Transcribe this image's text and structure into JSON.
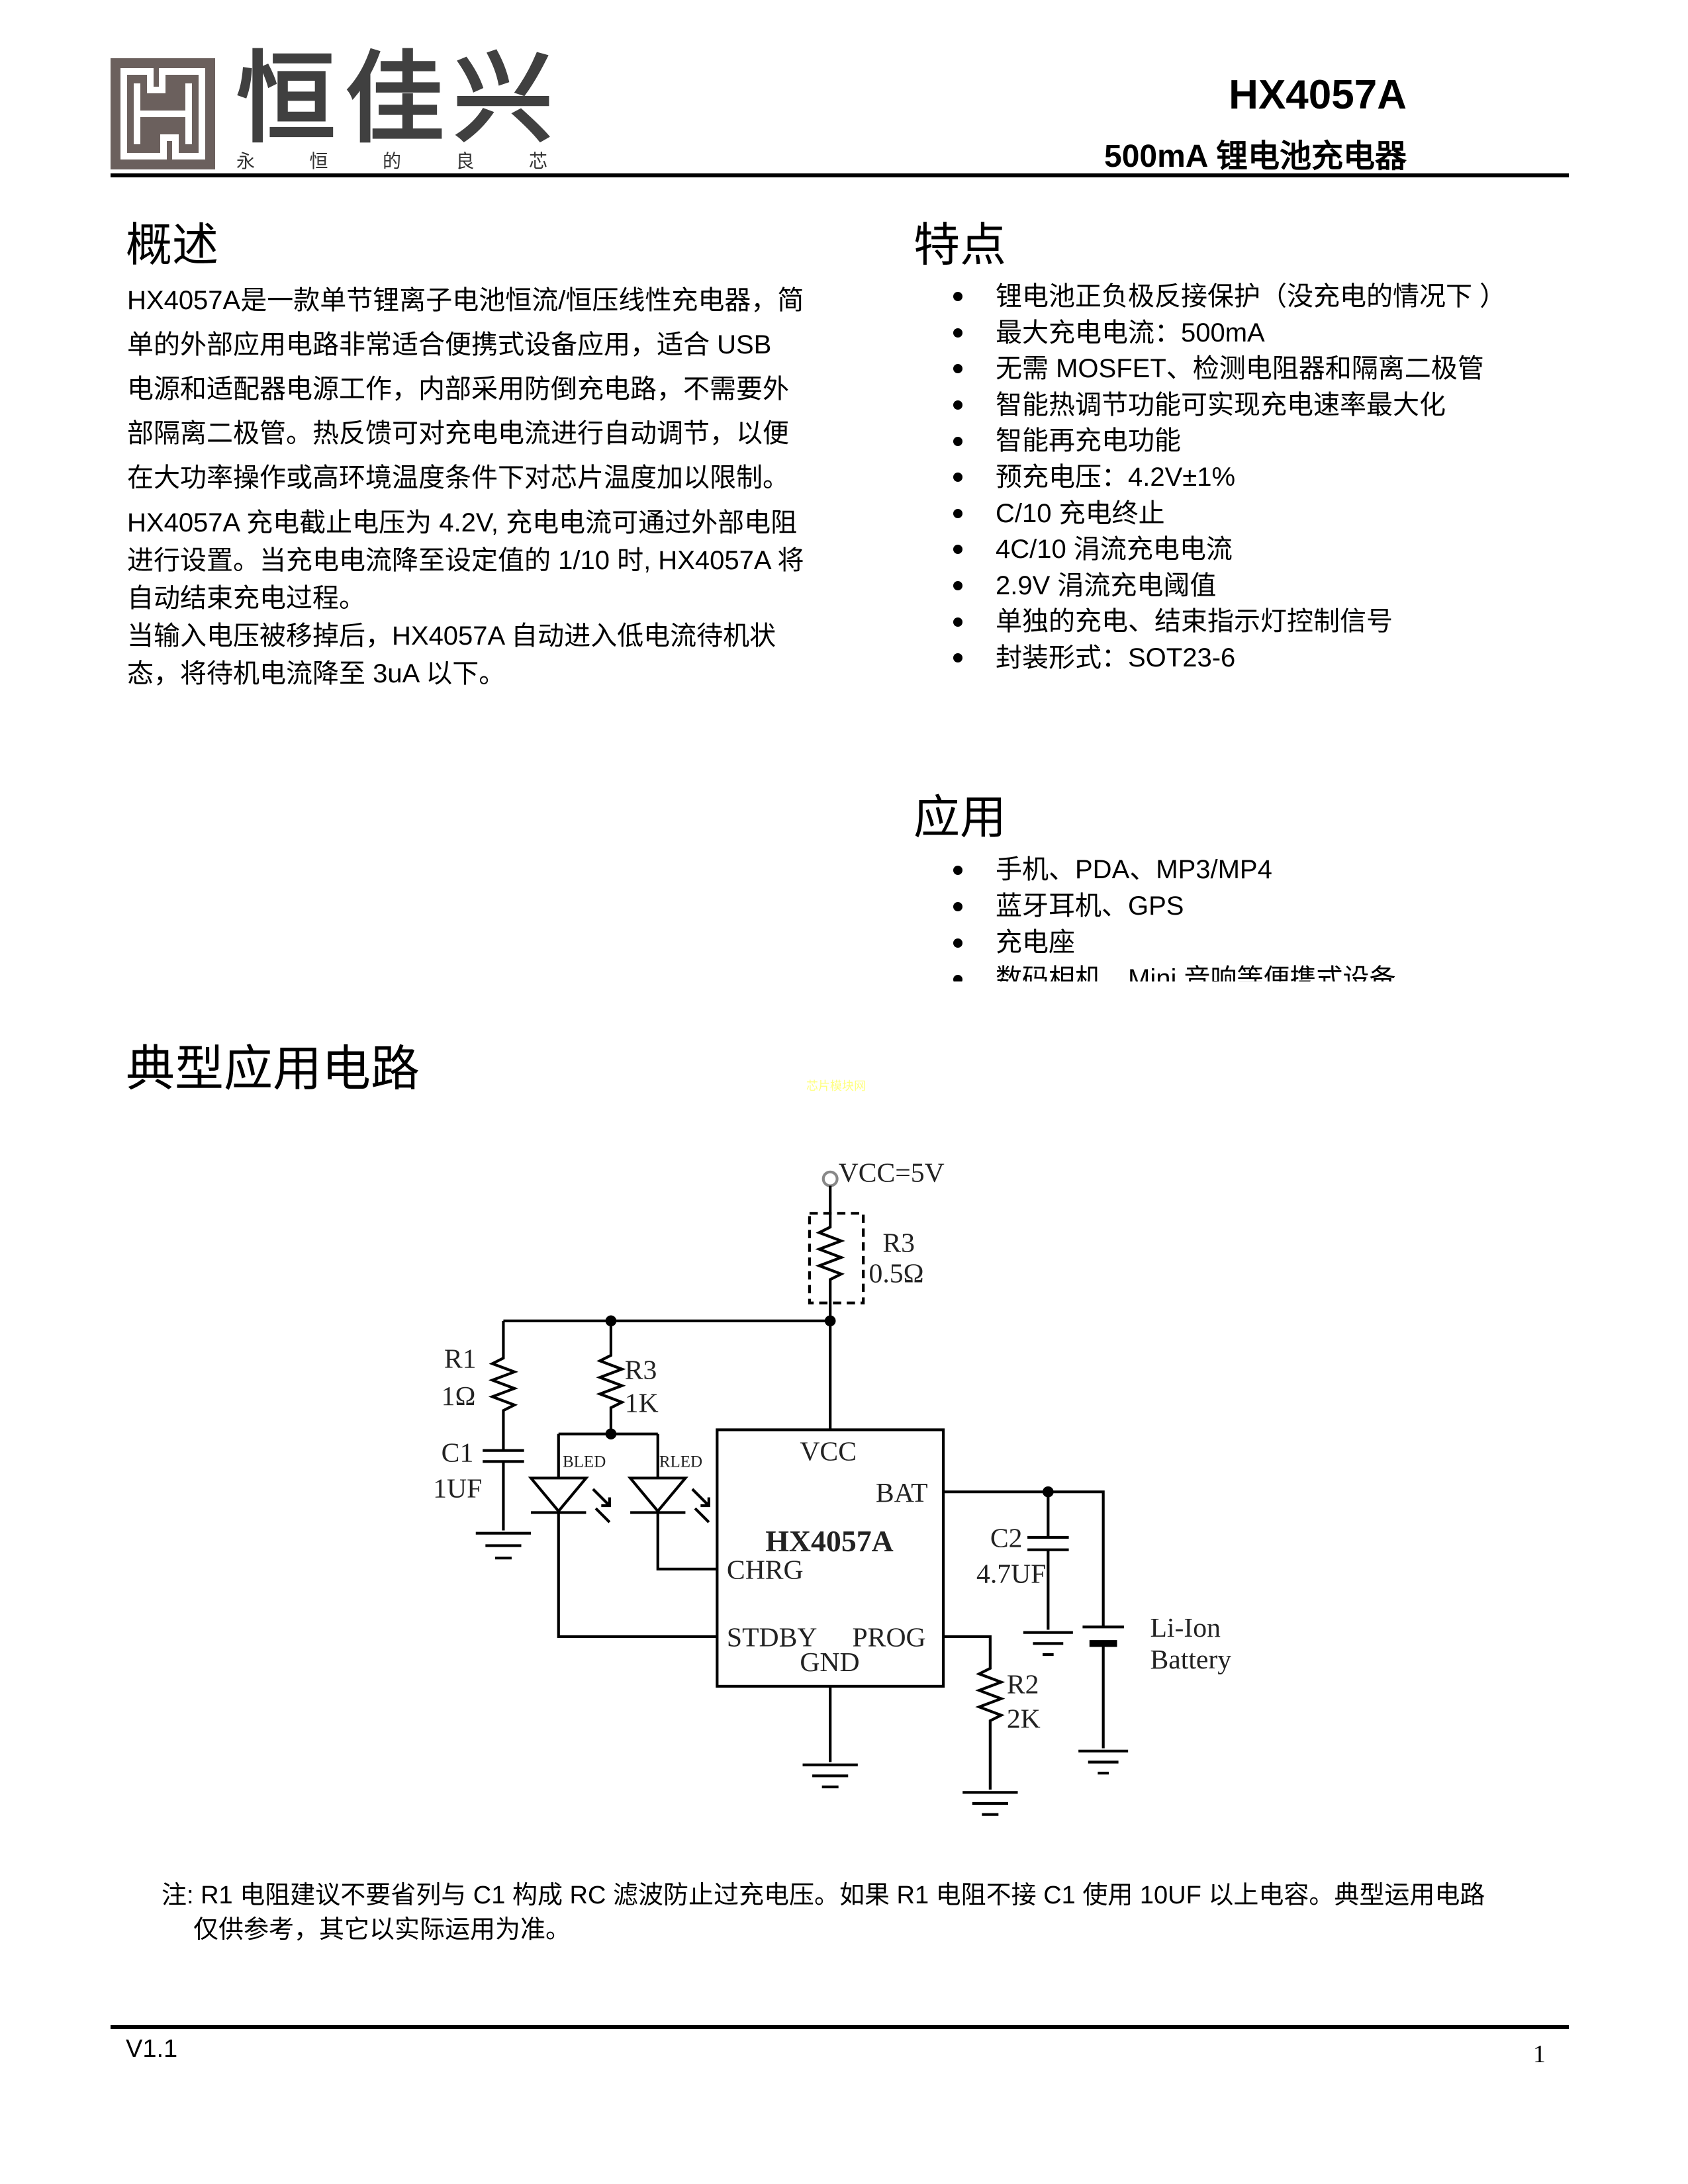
{
  "header": {
    "logo_name": "恒佳兴",
    "logo_slogan": [
      "永",
      "恒",
      "的",
      "良",
      "芯"
    ],
    "part_number": "HX4057A",
    "subtitle": "500mA 锂电池充电器"
  },
  "overview": {
    "title": "概述",
    "block1": [
      "HX4057A是一款单节锂离子电池恒流/恒压线性充电器，简",
      "单的外部应用电路非常适合便携式设备应用，适合  USB",
      "电源和适配器电源工作，内部采用防倒充电路，不需要外",
      "部隔离二极管。热反馈可对充电电流进行自动调节，以便",
      "在大功率操作或高环境温度条件下对芯片温度加以限制。"
    ],
    "block2": [
      "HX4057A 充电截止电压为  4.2V, 充电电流可通过外部电阻",
      "进行设置。当充电电流降至设定值的  1/10 时, HX4057A 将",
      "自动结束充电过程。",
      "当输入电压被移掉后，HX4057A 自动进入低电流待机状",
      "态，将待机电流降至  3uA 以下。"
    ]
  },
  "features": {
    "title": "特点",
    "items": [
      "锂电池正负极反接保护（没充电的情况下 ）",
      "最大充电电流：500mA",
      "无需 MOSFET、检测电阻器和隔离二极管",
      "智能热调节功能可实现充电速率最大化",
      "智能再充电功能",
      "预充电压：4.2V±1%",
      "C/10 充电终止",
      "4C/10 涓流充电电流",
      "2.9V 涓流充电阈值",
      "单独的充电、结束指示灯控制信号",
      "封装形式：SOT23-6"
    ]
  },
  "applications": {
    "title": "应用",
    "items": [
      "手机、PDA、MP3/MP4",
      "蓝牙耳机、GPS",
      "充电座",
      "数码相机、Mini 音响等便携式设备"
    ]
  },
  "circuit": {
    "title": "典型应用电路",
    "watermark": "芯片模块网",
    "vcc": "VCC=5V",
    "r3_top_name": "R3",
    "r3_top_value": "0.5Ω",
    "r1_name": "R1",
    "r1_value": "1Ω",
    "c1_name": "C1",
    "c1_value": "1UF",
    "r3_name": "R3",
    "r3_value": "1K",
    "bled": "BLED",
    "rled": "RLED",
    "chip_name": "HX4057A",
    "pin_vcc": "VCC",
    "pin_bat": "BAT",
    "pin_chrg": "CHRG",
    "pin_stdby": "STDBY",
    "pin_prog": "PROG",
    "pin_gnd": "GND",
    "c2_name": "C2",
    "c2_value": "4.7UF",
    "battery_1": "Li-Ion",
    "battery_2": "Battery",
    "r2_name": "R2",
    "r2_value": "2K"
  },
  "note": {
    "line1": "注: R1 电阻建议不要省列与 C1 构成 RC 滤波防止过充电压。如果 R1 电阻不接 C1 使用 10UF 以上电容。典型运用电路",
    "line2": "仅供参考，其它以实际运用为准。"
  },
  "footer": {
    "version": "V1.1",
    "page": "1"
  }
}
